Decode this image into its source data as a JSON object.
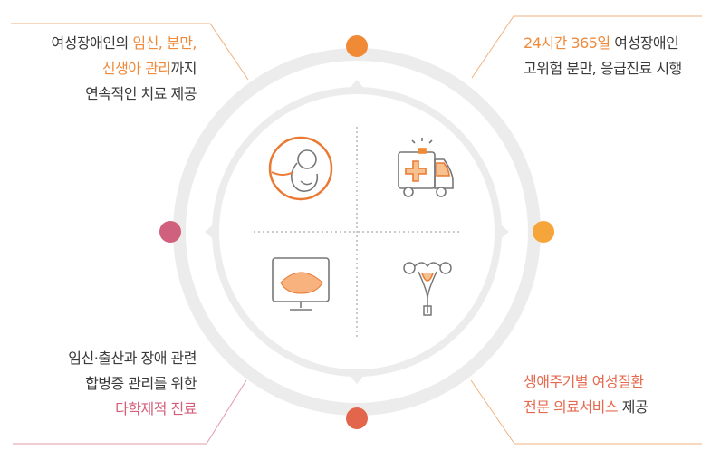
{
  "colors": {
    "orange": "#f08a36",
    "amber": "#f6a53a",
    "pink": "#d0617d",
    "coral": "#e3664c",
    "ring": "#ebebeb",
    "inner": "#ececec",
    "line_orange": "#f0b27f",
    "line_pink": "#e29aaa"
  },
  "callouts": {
    "top_left": {
      "line1_plain": "여성장애인의 ",
      "line1_hl": "임신, 분만,",
      "line2_hl": "신생아 관리",
      "line2_plain": "까지",
      "line3": "연속적인 치료 제공"
    },
    "top_right": {
      "line1_hl": "24시간 365일",
      "line1_plain": " 여성장애인",
      "line2": "고위험 분만, 응급진료 시행"
    },
    "bottom_left": {
      "line1": "임신·출산과 장애 관련",
      "line2": "합병증 관리를 위한",
      "line3_hl": "다학제적 진료"
    },
    "bottom_right": {
      "line1_hl": "생애주기별 여성질환",
      "line2_hl": "전문 의료서비스",
      "line2_plain": " 제공"
    }
  },
  "icons": [
    "fetus-icon",
    "ambulance-icon",
    "ultrasound-monitor-icon",
    "uterus-icon"
  ]
}
